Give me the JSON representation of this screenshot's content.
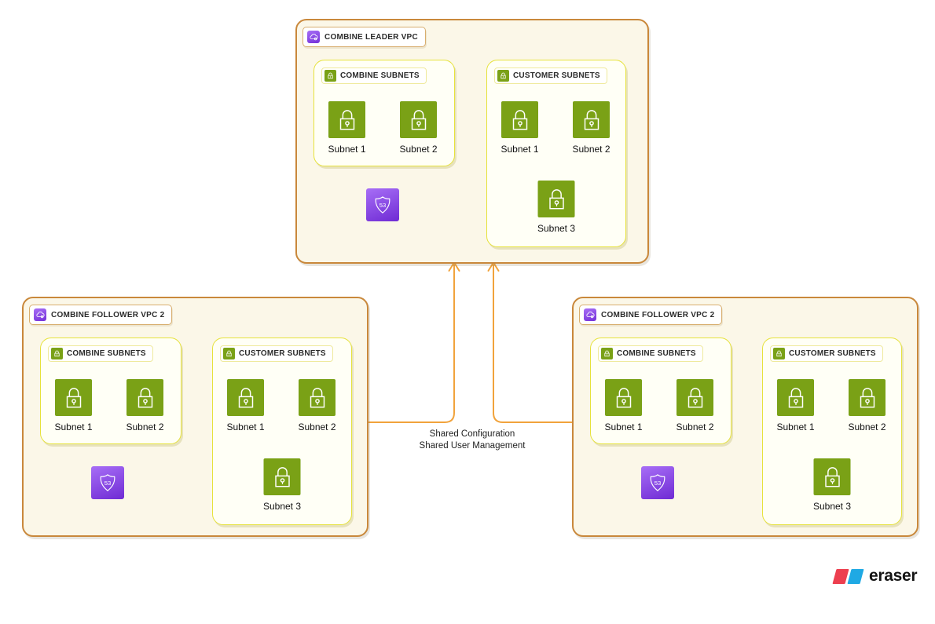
{
  "vpcs": [
    {
      "title": "COMBINE LEADER VPC",
      "groups": [
        {
          "title": "COMBINE SUBNETS",
          "subnets": [
            "Subnet 1",
            "Subnet 2"
          ]
        },
        {
          "title": "CUSTOMER SUBNETS",
          "subnets": [
            "Subnet 1",
            "Subnet 2",
            "Subnet 3"
          ]
        }
      ]
    },
    {
      "title": "COMBINE FOLLOWER VPC 2",
      "groups": [
        {
          "title": "COMBINE SUBNETS",
          "subnets": [
            "Subnet 1",
            "Subnet 2"
          ]
        },
        {
          "title": "CUSTOMER SUBNETS",
          "subnets": [
            "Subnet 1",
            "Subnet 2",
            "Subnet 3"
          ]
        }
      ]
    },
    {
      "title": "COMBINE FOLLOWER VPC 2",
      "groups": [
        {
          "title": "COMBINE SUBNETS",
          "subnets": [
            "Subnet 1",
            "Subnet 2"
          ]
        },
        {
          "title": "CUSTOMER SUBNETS",
          "subnets": [
            "Subnet 1",
            "Subnet 2",
            "Subnet 3"
          ]
        }
      ]
    }
  ],
  "route53": {
    "label": "53"
  },
  "connection": {
    "line1": "Shared Configuration",
    "line2": "Shared User Management"
  },
  "logo": {
    "text": "eraser"
  },
  "colors": {
    "vpc_border": "#C9883B",
    "vpc_fill": "#FBF7E8",
    "group_border": "#E6E23B",
    "group_fill": "#FFFFF6",
    "subnet_green": "#7AA116",
    "route53_purple_top": "#A76EF6",
    "route53_purple_bottom": "#6F2BD4",
    "connector_orange": "#F1A33C",
    "arrow_tan": "#B3854D",
    "logo_red": "#ED3F4F",
    "logo_blue": "#1FA9E4"
  }
}
